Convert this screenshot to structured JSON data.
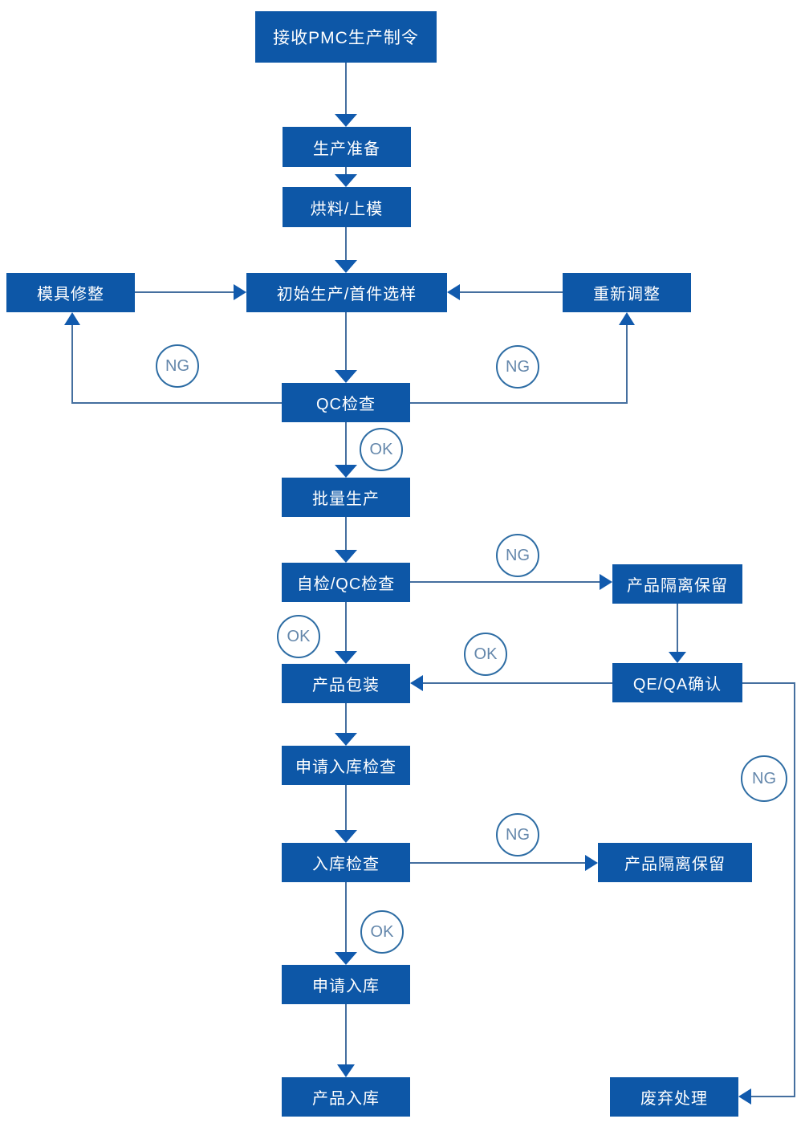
{
  "nodes": {
    "receive_pmc": {
      "label": "接收PMC生产制令"
    },
    "production_prep": {
      "label": "生产准备"
    },
    "bake_load_mold": {
      "label": "烘料/上模"
    },
    "mold_repair": {
      "label": "模具修整"
    },
    "initial_production": {
      "label": "初始生产/首件选样"
    },
    "readjust": {
      "label": "重新调整"
    },
    "qc_check": {
      "label": "QC检查"
    },
    "mass_production": {
      "label": "批量生产"
    },
    "self_qc_check": {
      "label": "自检/QC检查"
    },
    "product_isolation_1": {
      "label": "产品隔离保留"
    },
    "product_packaging": {
      "label": "产品包装"
    },
    "qe_qa_confirm": {
      "label": "QE/QA确认"
    },
    "apply_warehouse_check": {
      "label": "申请入库检查"
    },
    "warehouse_check": {
      "label": "入库检查"
    },
    "product_isolation_2": {
      "label": "产品隔离保留"
    },
    "apply_warehouse": {
      "label": "申请入库"
    },
    "product_warehouse": {
      "label": "产品入库"
    },
    "discard": {
      "label": "废弃处理"
    }
  },
  "badges": {
    "ng_qc_left": {
      "label": "NG"
    },
    "ng_qc_right": {
      "label": "NG"
    },
    "ok_qc": {
      "label": "OK"
    },
    "ng_self_qc": {
      "label": "NG"
    },
    "ok_self_qc": {
      "label": "OK"
    },
    "ok_qe_qa": {
      "label": "OK"
    },
    "ng_qe_qa": {
      "label": "NG"
    },
    "ng_warehouse_check": {
      "label": "NG"
    },
    "ok_warehouse_check": {
      "label": "OK"
    }
  },
  "colors": {
    "node_fill": "#0d57a7",
    "node_text": "#ffffff",
    "connector": "#456f9f",
    "arrowhead": "#115aad",
    "badge_border": "#2e6da4",
    "badge_text": "#6487ab",
    "background": "#ffffff"
  }
}
